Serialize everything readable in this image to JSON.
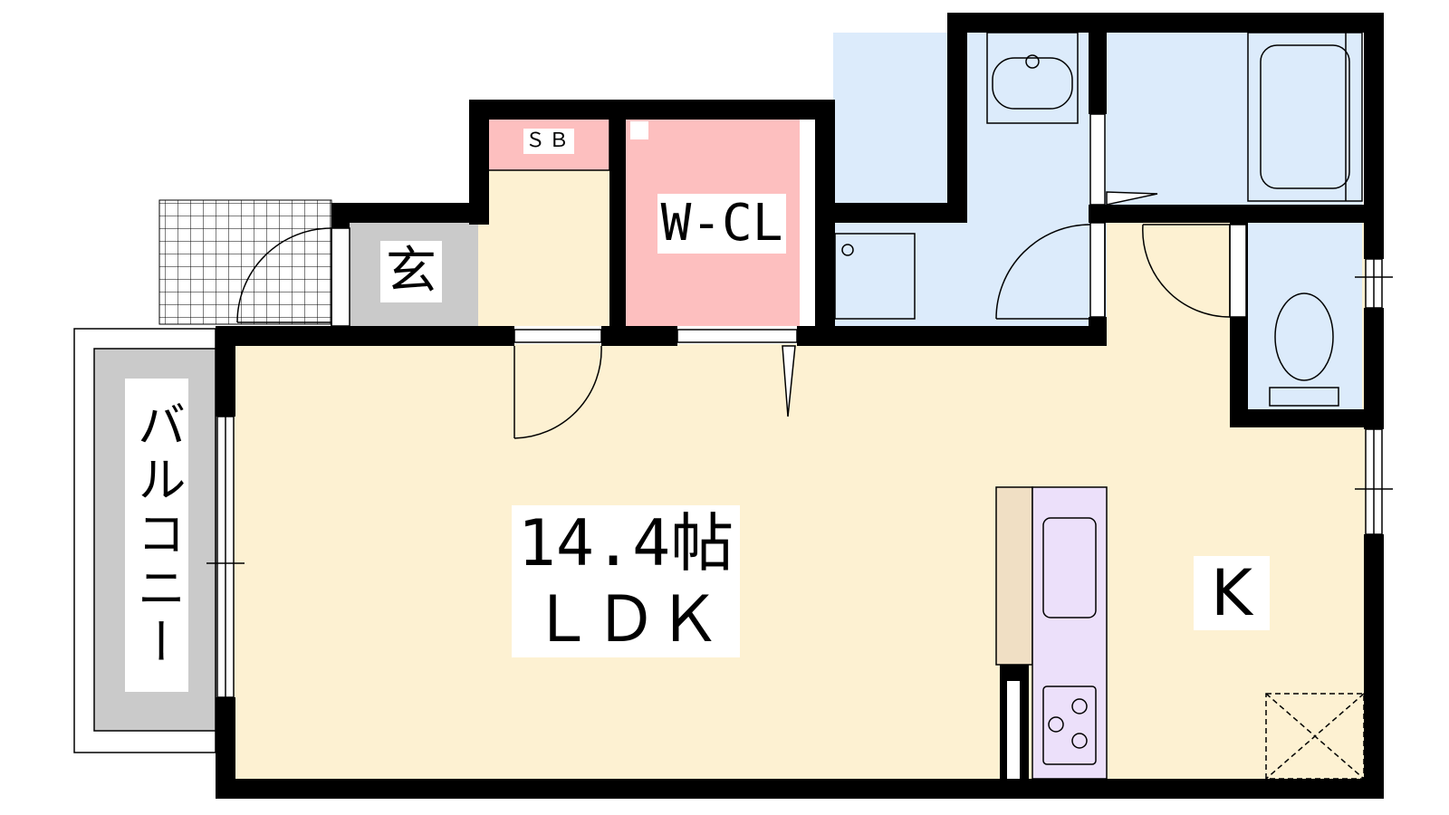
{
  "floorplan": {
    "rooms": {
      "ldk": {
        "label_line1": "14.4帖",
        "label_line2": "ＬＤＫ"
      },
      "kitchen": {
        "label": "K"
      },
      "entrance": {
        "label": "玄"
      },
      "shoe_box": {
        "label": "ＳＢ"
      },
      "walk_in_closet": {
        "label": "W-CL"
      },
      "balcony": {
        "label": "バルコニー"
      }
    },
    "colors": {
      "living": "#fdf1d2",
      "closet": "#fdbfbf",
      "wet_area": "#dcebfb",
      "entrance_floor": "#cacaca",
      "kitchen_counter": "#ece0fa",
      "counter_top": "#f0dfc4",
      "wall": "#000000"
    }
  }
}
